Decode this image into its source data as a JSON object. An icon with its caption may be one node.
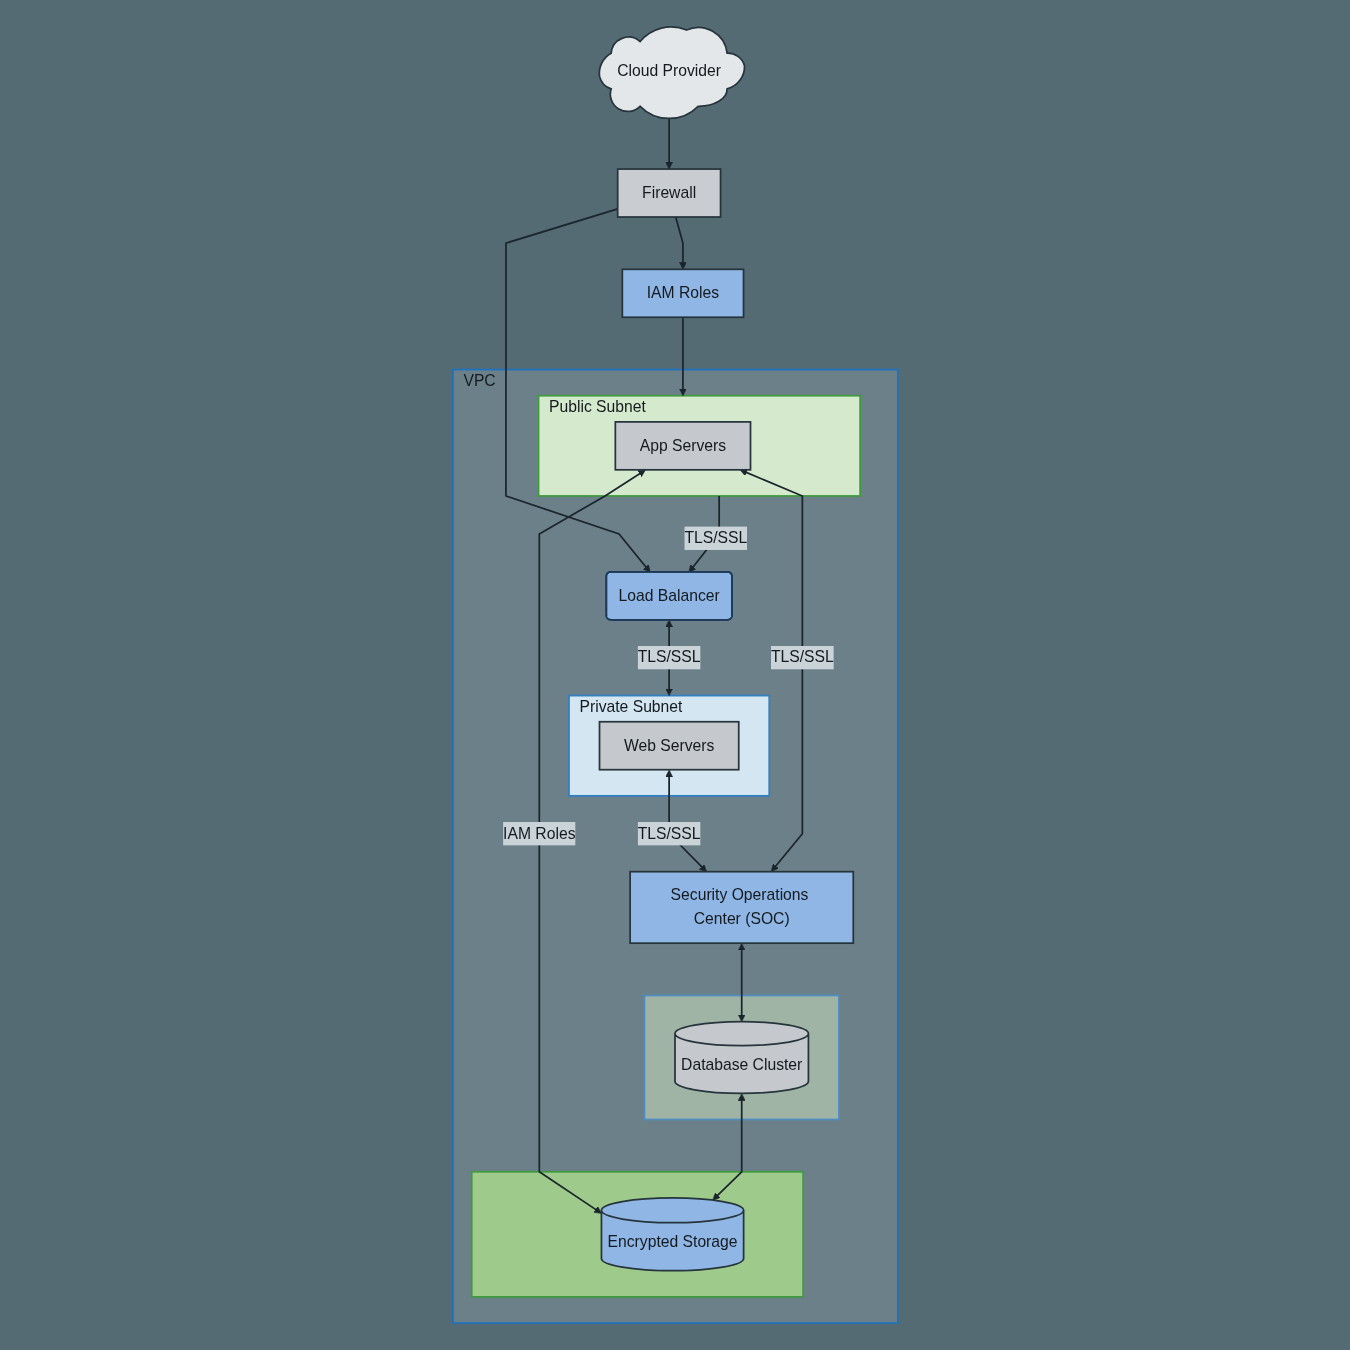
{
  "diagram": {
    "nodes": [
      {
        "text": [
          "Cloud Provider"
        ]
      },
      {
        "text": [
          "Firewall"
        ]
      },
      {
        "text": [
          "IAM Roles"
        ]
      },
      {
        "text": [
          "VPC"
        ]
      },
      {
        "text": [
          "Load Balancer"
        ],
        "in": 3
      },
      {
        "text": [
          "Private Subnet"
        ],
        "in": 3
      },
      {
        "text": [
          "Web Servers"
        ],
        "in": 5
      },
      {
        "text": [
          "Security Operations Center (SOC)"
        ],
        "in": 3
      },
      {
        "text": [
          "Public Subnet"
        ],
        "in": 3
      },
      {
        "text": [
          "App Servers"
        ],
        "in": 8
      },
      {
        "text": [],
        "shape": "box",
        "in": 3
      },
      {
        "text": [
          "Database Cluster"
        ],
        "in": 10
      },
      {
        "text": [],
        "shape": "box",
        "in": 3
      },
      {
        "text": [
          "Encrypted Storage"
        ],
        "in": 12
      }
    ],
    "edges": [
      {
        "from": 0,
        "to": 1,
        "arrow": "to"
      },
      {
        "from": 1,
        "to": 2,
        "arrow": "to"
      },
      {
        "from": 1,
        "to": 4,
        "arrow": "to"
      },
      {
        "from": 2,
        "to": 8,
        "arrow": "to"
      },
      {
        "from": 4,
        "to": 5,
        "label": "TLS/SSL",
        "arrow": "both"
      },
      {
        "from": 8,
        "to": 4,
        "label": "TLS/SSL",
        "arrow": "to"
      },
      {
        "from": 6,
        "to": 7,
        "label": "TLS/SSL",
        "arrow": "both"
      },
      {
        "from": 7,
        "to": 9,
        "label": "TLS/SSL",
        "arrow": "both"
      },
      {
        "from": 7,
        "to": 11,
        "arrow": "both"
      },
      {
        "from": 9,
        "to": 13,
        "label": "IAM Roles",
        "arrow": "both"
      },
      {
        "from": 11,
        "to": 13,
        "arrow": "both"
      }
    ]
  }
}
